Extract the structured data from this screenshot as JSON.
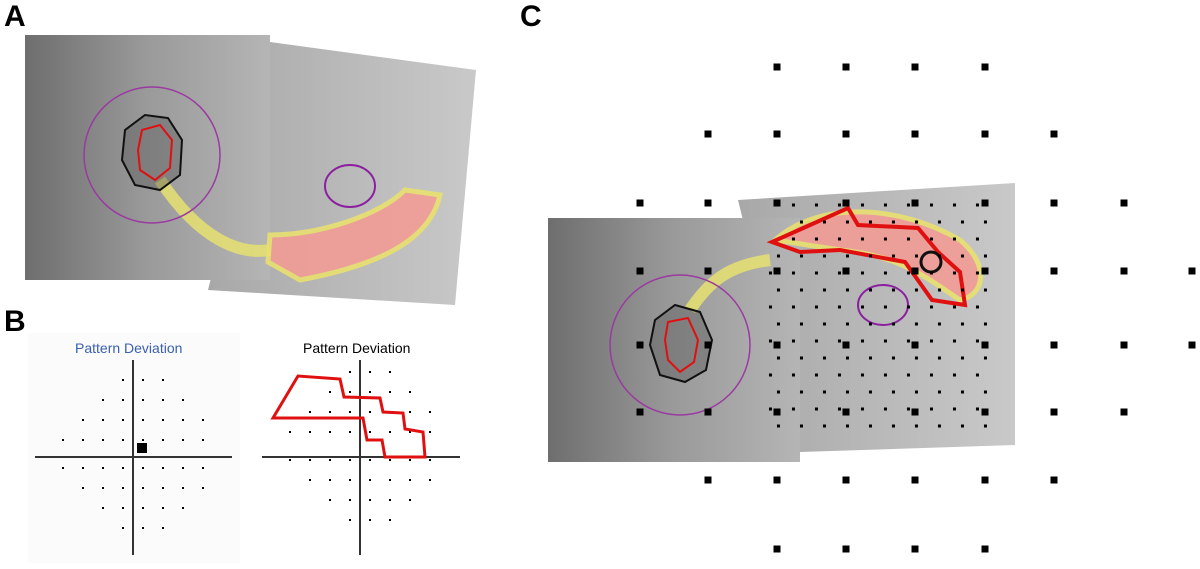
{
  "panels": {
    "a": {
      "label": "A"
    },
    "b": {
      "label": "B",
      "left_title": "Pattern Deviation",
      "right_title": "Pattern Deviation"
    },
    "c": {
      "label": "C"
    }
  },
  "colors": {
    "defect": "#f08a8a",
    "border": "#e8e86a",
    "outline": "#e01010",
    "ring": "#9a3aa0",
    "fovea": "#8a20a0"
  }
}
